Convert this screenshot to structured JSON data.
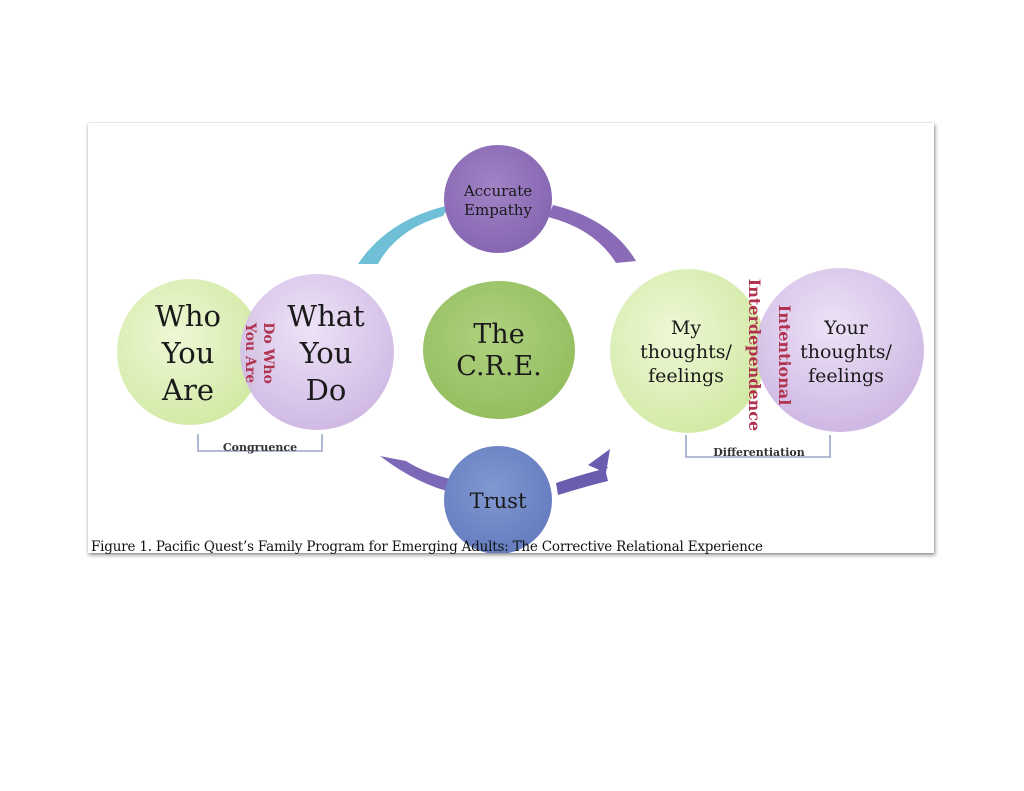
{
  "center": {
    "line1": "The",
    "line2": "C.R.E."
  },
  "top_node": {
    "line1": "Accurate",
    "line2": "Empathy"
  },
  "bottom_node": {
    "label": "Trust"
  },
  "left_pair": {
    "circle_a": [
      "Who",
      "You",
      "Are"
    ],
    "circle_b": [
      "What",
      "You",
      "Do"
    ],
    "overlap": [
      "Do Who",
      "You Are"
    ],
    "bracket_label": "Congruence"
  },
  "right_pair": {
    "circle_a": [
      "My",
      "thoughts/",
      "feelings"
    ],
    "circle_b": [
      "Your",
      "thoughts/",
      "feelings"
    ],
    "overlap": [
      "Interdependence",
      "Intentional"
    ],
    "bracket_label": "Differentiation"
  },
  "caption": "Figure 1. Pacific Quest’s Family Program for Emerging Adults: The Corrective Relational Experience",
  "colors": {
    "lime": "#d9eeb1",
    "lavender": "#d7c4ea",
    "center_green": "#9dc56b",
    "top_purple": "#8f70b9",
    "trust_blue": "#6f87c6",
    "arc_cyan": "#6fbfd6",
    "arc_purple": "#8a6bb8",
    "overlap_red": "#b0344f",
    "bracket": "#9aa6c6"
  }
}
